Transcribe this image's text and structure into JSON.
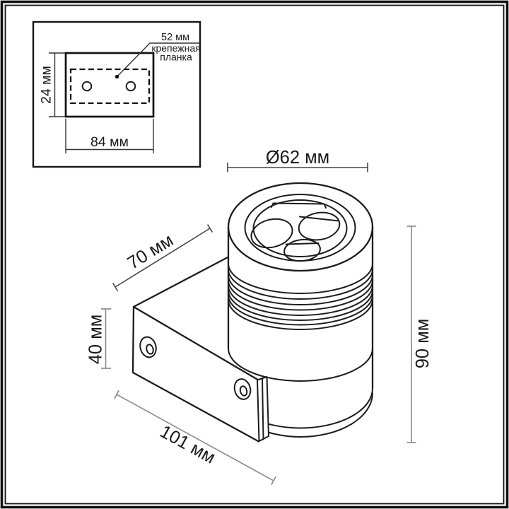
{
  "inset": {
    "dim_52": "52 мм",
    "callout_line1": "крепежная",
    "callout_line2": "планка",
    "dim_24": "24 мм",
    "dim_84": "84 мм"
  },
  "fixture": {
    "dim_diameter": "Ø62 мм",
    "dim_depth": "70 мм",
    "dim_bracket_height": "40 мм",
    "dim_body_height": "90 мм",
    "dim_base_length": "101 мм"
  },
  "colors": {
    "line": "#1c1c1c",
    "dim_dark": "#454545",
    "dim_gray": "#8f8f8f",
    "text": "#1a1a1a",
    "background": "#ffffff"
  }
}
